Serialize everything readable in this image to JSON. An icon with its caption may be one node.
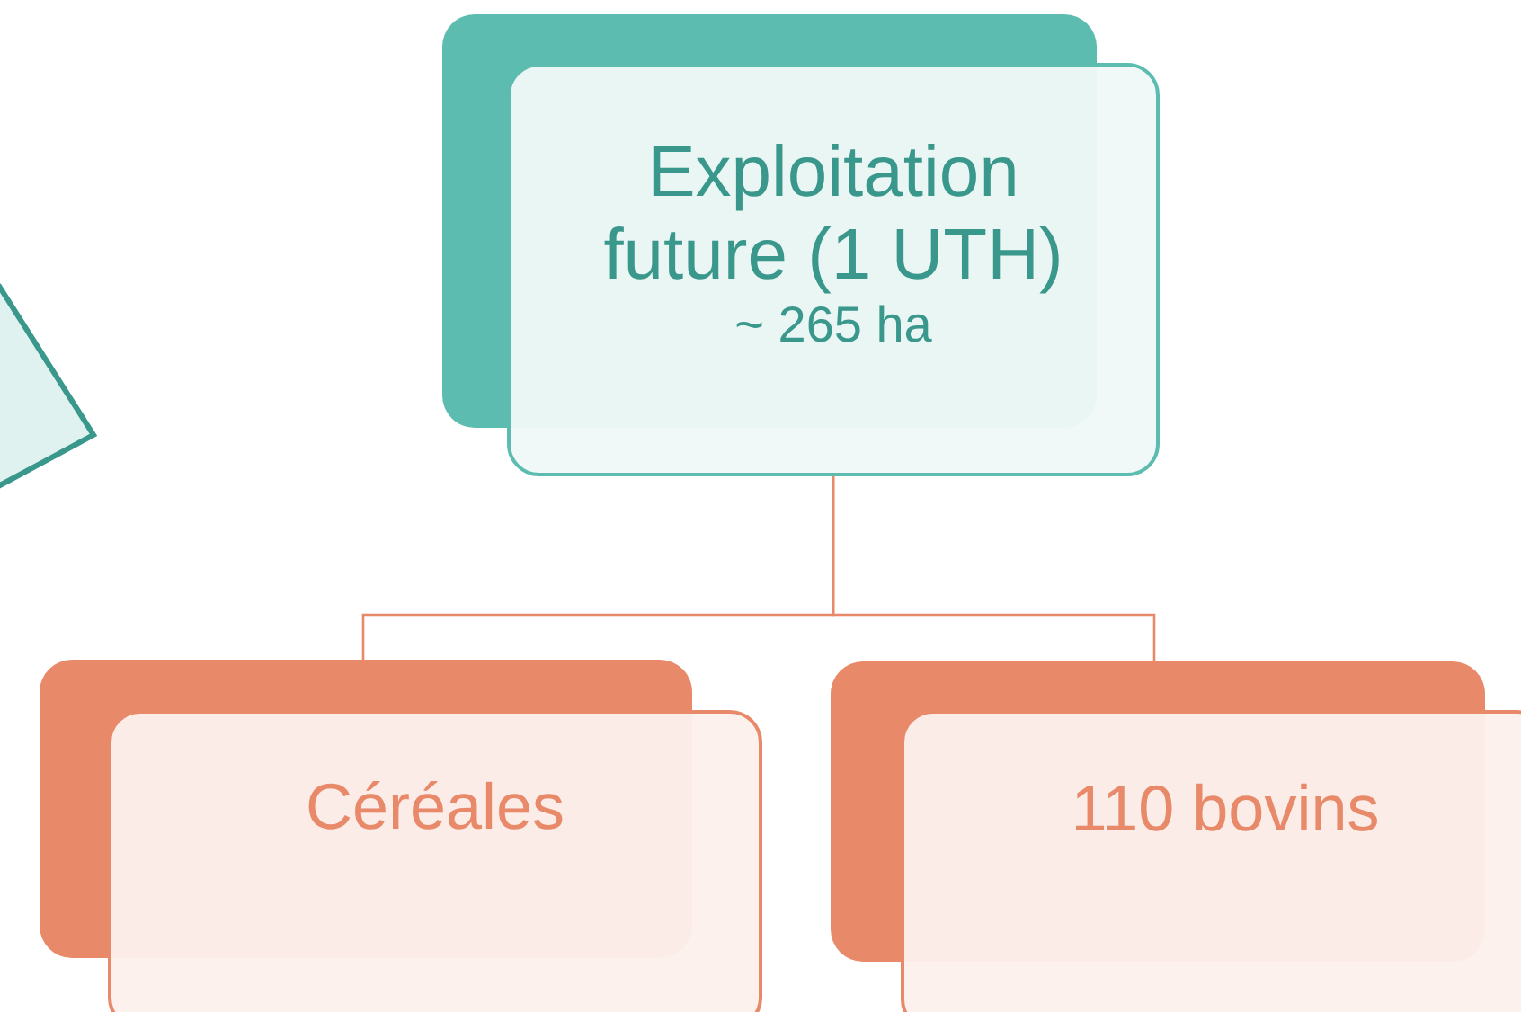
{
  "diagram": {
    "nodes": [
      {
        "text": [
          "Exploitation future (1 UTH)",
          "~ 265 ha"
        ]
      },
      {
        "text": [
          "Céréales"
        ]
      },
      {
        "text": [
          "110 bovins"
        ]
      },
      {
        "text": [],
        "shape": "diamond"
      }
    ],
    "edges": [
      {
        "from": 0,
        "to": 1,
        "arrow": "none"
      },
      {
        "from": 0,
        "to": 2,
        "arrow": "none"
      }
    ]
  }
}
